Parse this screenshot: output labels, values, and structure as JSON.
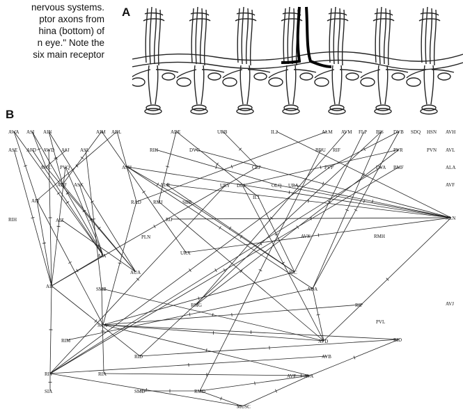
{
  "caption": {
    "lines": [
      "nervous systems.",
      "ptor axons from",
      "hina (bottom) of",
      "n eye.\" Note the",
      "six main receptor"
    ]
  },
  "panels": {
    "a_label": "A",
    "b_label": "B"
  },
  "nodes": [
    "AWA",
    "ASI",
    "AIN",
    "AIM",
    "ADL",
    "ADE",
    "URB",
    "IL2",
    "ALM",
    "AVM",
    "FLP",
    "BIS",
    "DVB",
    "SDQ",
    "HSN",
    "AVH",
    "ASE",
    "AFD",
    "AWD",
    "ASJ",
    "ASL",
    "RIH",
    "DVC",
    "PVR",
    "PVN",
    "AVL",
    "BDU",
    "RIF",
    "AWC",
    "PVQ",
    "ASH",
    "CEP",
    "PVP",
    "DVA",
    "BMF",
    "ALA",
    "ADF",
    "ASK",
    "ALR",
    "URY",
    "DLL",
    "OLQ",
    "URA",
    "AVF",
    "AIY",
    "RAD",
    "RMJ",
    "SBB",
    "IL1",
    "RIH",
    "AIZ",
    "RIJ",
    "PLN",
    "ALN",
    "AVK",
    "RMH",
    "AIA",
    "URX",
    "AUA",
    "RIC",
    "AII",
    "ADA",
    "AVJ",
    "SMB",
    "RIP",
    "RMG",
    "SAA",
    "PVL",
    "RIM",
    "AVD",
    "RID",
    "RID",
    "AVB",
    "RIV",
    "RIA",
    "AVE",
    "AVA",
    "SIA",
    "SMD",
    "RMD",
    "MUSC"
  ]
}
